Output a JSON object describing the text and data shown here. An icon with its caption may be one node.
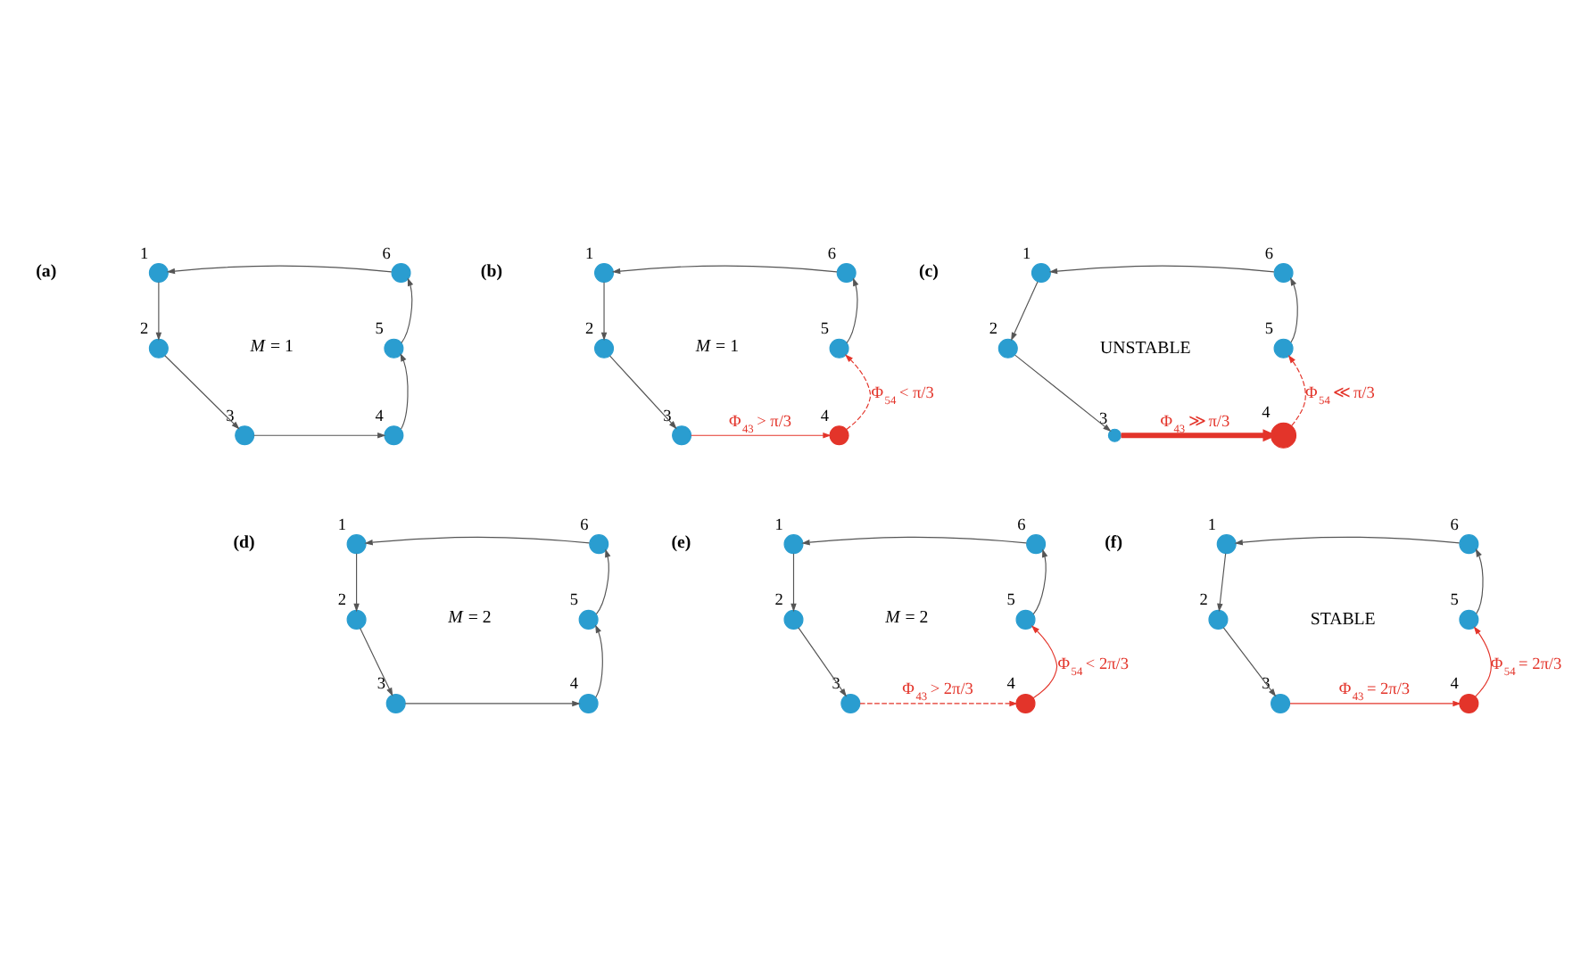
{
  "diagram": {
    "nodes": [
      {
        "text": [],
        "shape": "circle",
        "beside": [
          "1"
        ]
      },
      {
        "text": [],
        "shape": "circle",
        "beside": [
          "6"
        ]
      },
      {
        "text": [],
        "shape": "circle",
        "beside": [
          "2"
        ]
      },
      {
        "text": [],
        "shape": "circle",
        "beside": [
          "5"
        ]
      },
      {
        "text": [],
        "shape": "circle",
        "beside": [
          "3"
        ]
      },
      {
        "text": [],
        "shape": "circle",
        "beside": [
          "4"
        ]
      },
      {
        "text": [],
        "shape": "circle",
        "beside": [
          "1"
        ]
      },
      {
        "text": [],
        "shape": "circle",
        "beside": [
          "6"
        ]
      },
      {
        "text": [],
        "shape": "circle",
        "beside": [
          "2"
        ]
      },
      {
        "text": [],
        "shape": "circle",
        "beside": [
          "5"
        ]
      },
      {
        "text": [],
        "shape": "circle",
        "beside": [
          "3"
        ]
      },
      {
        "text": [],
        "shape": "circle",
        "beside": [
          "4"
        ]
      },
      {
        "text": [],
        "shape": "circle",
        "beside": [
          "1"
        ]
      },
      {
        "text": [],
        "shape": "circle",
        "beside": [
          "6"
        ]
      },
      {
        "text": [],
        "shape": "circle",
        "beside": [
          "2"
        ]
      },
      {
        "text": [],
        "shape": "circle",
        "beside": [
          "5"
        ]
      },
      {
        "text": [],
        "shape": "circle",
        "beside": [
          "3"
        ]
      },
      {
        "text": [],
        "shape": "circle",
        "beside": [
          "4"
        ]
      },
      {
        "text": [],
        "shape": "circle",
        "beside": [
          "1"
        ]
      },
      {
        "text": [],
        "shape": "circle",
        "beside": [
          "6"
        ]
      },
      {
        "text": [],
        "shape": "circle",
        "beside": [
          "2"
        ]
      },
      {
        "text": [],
        "shape": "circle",
        "beside": [
          "5"
        ]
      },
      {
        "text": [],
        "shape": "circle",
        "beside": [
          "3"
        ]
      },
      {
        "text": [],
        "shape": "circle",
        "beside": [
          "4"
        ]
      },
      {
        "text": [],
        "shape": "circle",
        "beside": [
          "1"
        ]
      },
      {
        "text": [],
        "shape": "circle",
        "beside": [
          "6"
        ]
      },
      {
        "text": [],
        "shape": "circle",
        "beside": [
          "2"
        ]
      },
      {
        "text": [],
        "shape": "circle",
        "beside": [
          "5"
        ]
      },
      {
        "text": [],
        "shape": "circle",
        "beside": [
          "3"
        ]
      },
      {
        "text": [],
        "shape": "circle",
        "beside": [
          "4"
        ]
      },
      {
        "text": [],
        "shape": "circle",
        "beside": [
          "1"
        ]
      },
      {
        "text": [],
        "shape": "circle",
        "beside": [
          "6"
        ]
      },
      {
        "text": [],
        "shape": "circle",
        "beside": [
          "2"
        ]
      },
      {
        "text": [],
        "shape": "circle",
        "beside": [
          "5"
        ]
      },
      {
        "text": [],
        "shape": "circle",
        "beside": [
          "3"
        ]
      },
      {
        "text": [],
        "shape": "circle",
        "beside": [
          "4"
        ]
      }
    ],
    "edges": [
      {
        "from": 1,
        "to": 0,
        "arrow": "to"
      },
      {
        "from": 0,
        "to": 2,
        "arrow": "to"
      },
      {
        "from": 2,
        "to": 4,
        "arrow": "to"
      },
      {
        "from": 4,
        "to": 5,
        "arrow": "to"
      },
      {
        "from": 5,
        "to": 3,
        "arrow": "to"
      },
      {
        "from": 3,
        "to": 1,
        "arrow": "to"
      },
      {
        "from": 7,
        "to": 6,
        "arrow": "to"
      },
      {
        "from": 6,
        "to": 8,
        "arrow": "to"
      },
      {
        "from": 8,
        "to": 10,
        "arrow": "to"
      },
      {
        "from": 10,
        "to": 11,
        "arrow": "to",
        "label": "Φ$_{43}$ > π/3",
        "color": "#e3342a"
      },
      {
        "from": 11,
        "to": 9,
        "arrow": "to",
        "label": "Φ$_{54}$ < π/3",
        "style": "dashed",
        "color": "#e3342a"
      },
      {
        "from": 9,
        "to": 7,
        "arrow": "to"
      },
      {
        "from": 13,
        "to": 12,
        "arrow": "to"
      },
      {
        "from": 12,
        "to": 14,
        "arrow": "to"
      },
      {
        "from": 14,
        "to": 16,
        "arrow": "to"
      },
      {
        "from": 16,
        "to": 17,
        "arrow": "to",
        "label": "Φ$_{43}$ ≫ π/3",
        "style": "thick",
        "color": "#e3342a"
      },
      {
        "from": 17,
        "to": 15,
        "arrow": "to",
        "label": "Φ$_{54}$ ≪ π/3",
        "style": "dashed",
        "color": "#e3342a"
      },
      {
        "from": 15,
        "to": 13,
        "arrow": "to"
      },
      {
        "from": 19,
        "to": 18,
        "arrow": "to"
      },
      {
        "from": 18,
        "to": 20,
        "arrow": "to"
      },
      {
        "from": 20,
        "to": 22,
        "arrow": "to"
      },
      {
        "from": 22,
        "to": 23,
        "arrow": "to"
      },
      {
        "from": 23,
        "to": 21,
        "arrow": "to"
      },
      {
        "from": 21,
        "to": 19,
        "arrow": "to"
      },
      {
        "from": 25,
        "to": 24,
        "arrow": "to"
      },
      {
        "from": 24,
        "to": 26,
        "arrow": "to"
      },
      {
        "from": 26,
        "to": 28,
        "arrow": "to"
      },
      {
        "from": 28,
        "to": 29,
        "arrow": "to",
        "label": "Φ$_{43}$ > 2π/3",
        "style": "dashed",
        "color": "#e3342a"
      },
      {
        "from": 29,
        "to": 27,
        "arrow": "to",
        "label": "Φ$_{54}$ < 2π/3",
        "color": "#e3342a"
      },
      {
        "from": 27,
        "to": 25,
        "arrow": "to"
      },
      {
        "from": 31,
        "to": 30,
        "arrow": "to"
      },
      {
        "from": 30,
        "to": 32,
        "arrow": "to"
      },
      {
        "from": 32,
        "to": 34,
        "arrow": "to"
      },
      {
        "from": 34,
        "to": 35,
        "arrow": "to",
        "label": "Φ$_{43}$ = 2π/3",
        "color": "#e3342a"
      },
      {
        "from": 35,
        "to": 33,
        "arrow": "to",
        "label": "Φ$_{54}$ = 2π/3",
        "color": "#e3342a"
      },
      {
        "from": 33,
        "to": 31,
        "arrow": "to"
      }
    ],
    "labels": [
      "(a)",
      "*M* = 1",
      "(b)",
      "*M* = 1",
      "(c)",
      "UNSTABLE",
      "(d)",
      "*M* = 2",
      "(e)",
      "*M* = 2",
      "(f)",
      "STABLE"
    ]
  }
}
